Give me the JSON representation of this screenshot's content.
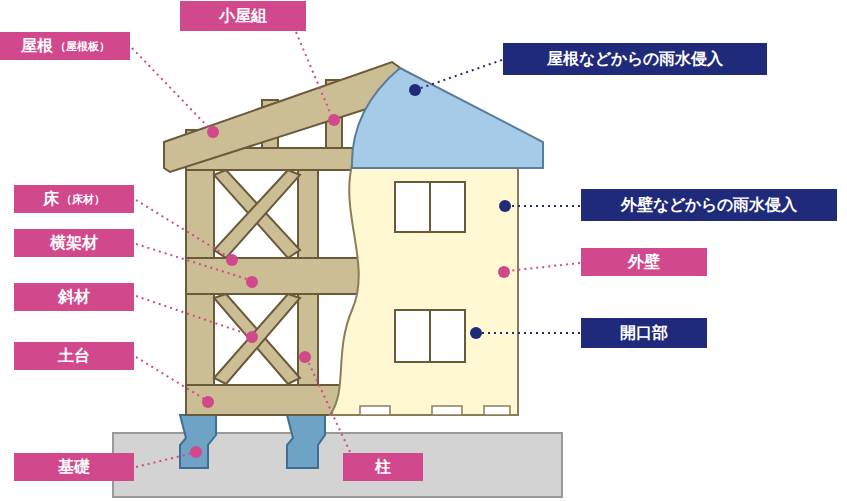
{
  "diagram": {
    "nodes": [
      {
        "text": [
          "屋根",
          "（屋根板）"
        ]
      },
      {
        "text": [
          "小屋組"
        ]
      },
      {
        "text": [
          "屋根などからの雨水侵入"
        ]
      },
      {
        "text": [
          "床",
          "（床材）"
        ]
      },
      {
        "text": [
          "外壁などからの雨水侵入"
        ]
      },
      {
        "text": [
          "横架材"
        ]
      },
      {
        "text": [
          "外壁"
        ]
      },
      {
        "text": [
          "斜材"
        ]
      },
      {
        "text": [
          "開口部"
        ]
      },
      {
        "text": [
          "土台"
        ]
      },
      {
        "text": [
          "基礎"
        ]
      },
      {
        "text": [
          "柱"
        ]
      }
    ]
  }
}
